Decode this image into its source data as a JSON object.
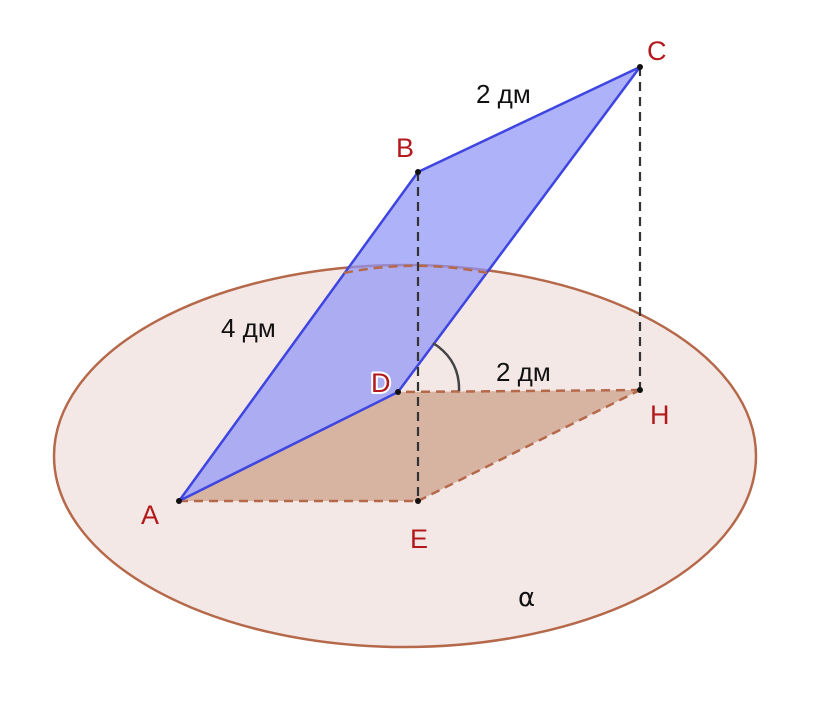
{
  "colors": {
    "plane_fill": "#f3e8e6",
    "plane_stroke": "#b5694a",
    "projection_fill": "#d7b4a2",
    "projection_stroke": "#b5694a",
    "parallelogram_fill": "#8f94f7",
    "parallelogram_stroke": "#3e45e0",
    "point": "#111111",
    "point_label": "#b3191c",
    "text": "#111111",
    "dashed": "#333333"
  },
  "points": {
    "A": {
      "label": "A"
    },
    "B": {
      "label": "B"
    },
    "C": {
      "label": "C"
    },
    "D": {
      "label": "D"
    },
    "E": {
      "label": "E"
    },
    "H": {
      "label": "H"
    }
  },
  "lengths": {
    "BC": "2 дм",
    "AB": "4 дм",
    "DH": "2 дм"
  },
  "plane": {
    "label": "α"
  }
}
